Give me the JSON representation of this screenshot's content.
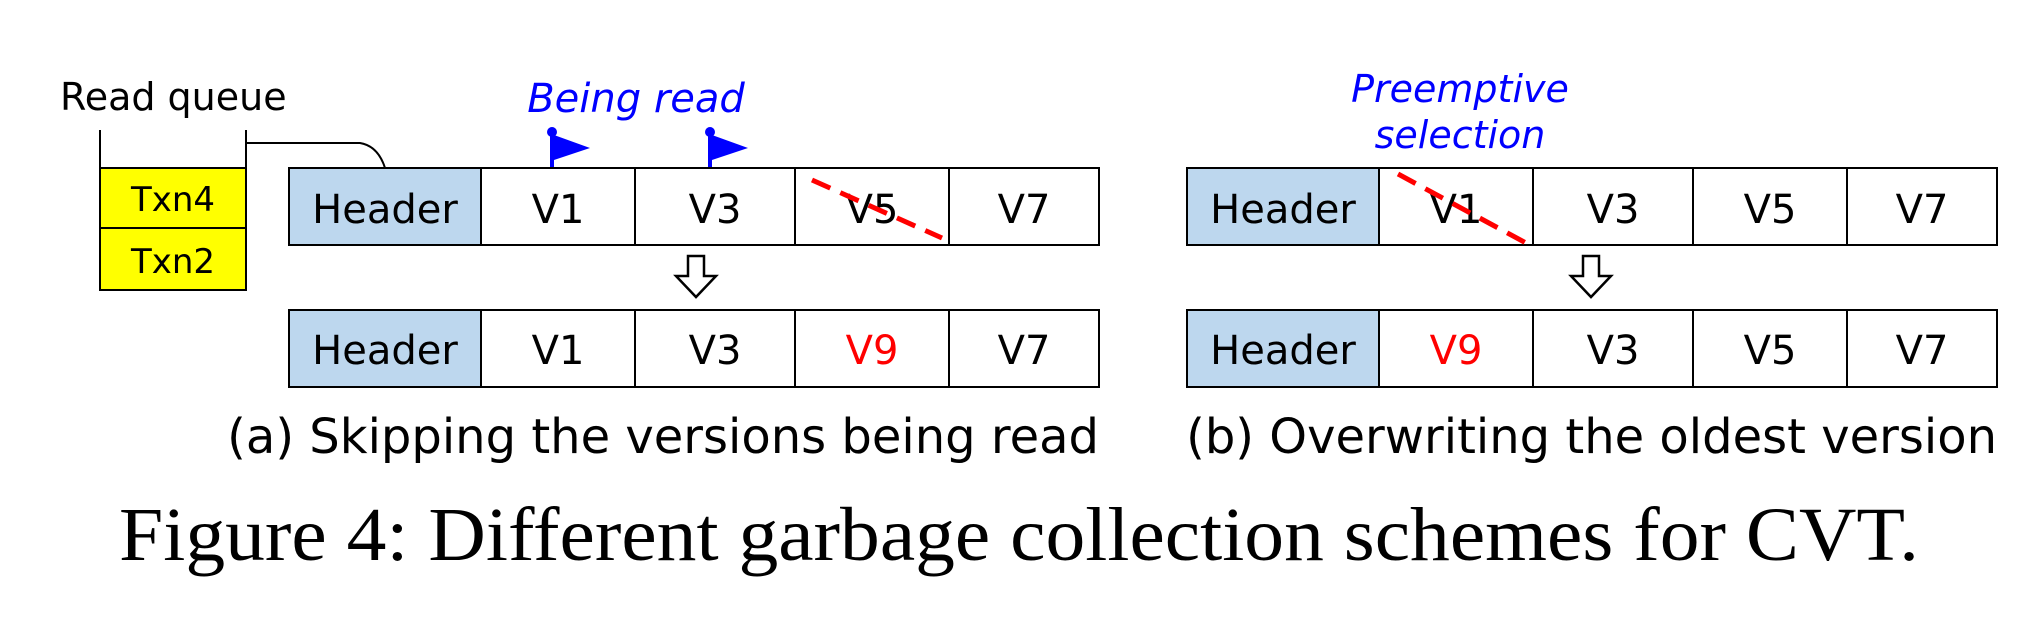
{
  "colors": {
    "header_fill": "#bdd7ee",
    "txn_fill": "#ffff00",
    "flag": "#0000ff",
    "annotation_text": "#0000ff",
    "new_version_text": "#ff0000",
    "strike_line": "#ff0000",
    "border": "#000000"
  },
  "read_queue": {
    "label": "Read queue",
    "items": [
      "Txn4",
      "Txn2"
    ]
  },
  "annotations": {
    "being_read": "Being read",
    "preemptive_line1": "Preemptive",
    "preemptive_line2": "selection"
  },
  "panel_a": {
    "before": [
      "Header",
      "V1",
      "V3",
      "V5",
      "V7"
    ],
    "after": [
      "Header",
      "V1",
      "V3",
      "V9",
      "V7"
    ],
    "caption": "(a) Skipping the versions being read"
  },
  "panel_b": {
    "before": [
      "Header",
      "V1",
      "V3",
      "V5",
      "V7"
    ],
    "after": [
      "Header",
      "V9",
      "V3",
      "V5",
      "V7"
    ],
    "caption": "(b) Overwriting the oldest version"
  },
  "figure_caption": "Figure 4: Different garbage collection schemes for CVT.",
  "icons": {
    "flag": "flag-icon",
    "arrow": "down-arrow-icon"
  }
}
